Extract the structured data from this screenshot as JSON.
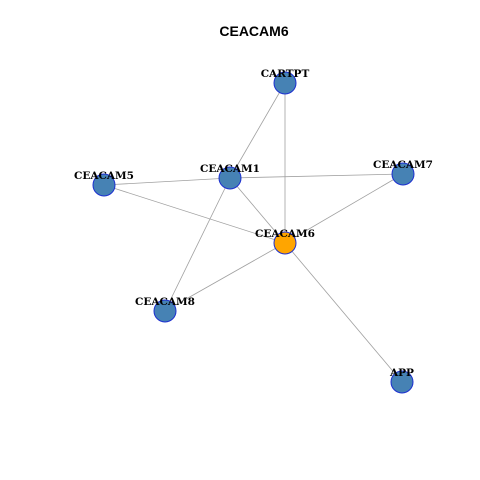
{
  "title": "CEACAM6",
  "colors": {
    "hub": "#ffa500",
    "node": "#4682b4",
    "node_border": "#1c2fd0",
    "edge": "#a0a0a0"
  },
  "nodes": [
    {
      "id": "CARTPT",
      "label": "CARTPT",
      "role": "neighbor"
    },
    {
      "id": "CEACAM1",
      "label": "CEACAM1",
      "role": "neighbor"
    },
    {
      "id": "CEACAM5",
      "label": "CEACAM5",
      "role": "neighbor"
    },
    {
      "id": "CEACAM7",
      "label": "CEACAM7",
      "role": "neighbor"
    },
    {
      "id": "CEACAM6",
      "label": "CEACAM6",
      "role": "hub"
    },
    {
      "id": "CEACAM8",
      "label": "CEACAM8",
      "role": "neighbor"
    },
    {
      "id": "APP",
      "label": "APP",
      "role": "neighbor"
    }
  ],
  "edges": [
    [
      "CARTPT",
      "CEACAM1"
    ],
    [
      "CARTPT",
      "CEACAM6"
    ],
    [
      "CEACAM5",
      "CEACAM1"
    ],
    [
      "CEACAM1",
      "CEACAM7"
    ],
    [
      "CEACAM1",
      "CEACAM6"
    ],
    [
      "CEACAM1",
      "CEACAM8"
    ],
    [
      "CEACAM5",
      "CEACAM6"
    ],
    [
      "CEACAM7",
      "CEACAM6"
    ],
    [
      "CEACAM8",
      "CEACAM6"
    ],
    [
      "CEACAM6",
      "APP"
    ]
  ]
}
